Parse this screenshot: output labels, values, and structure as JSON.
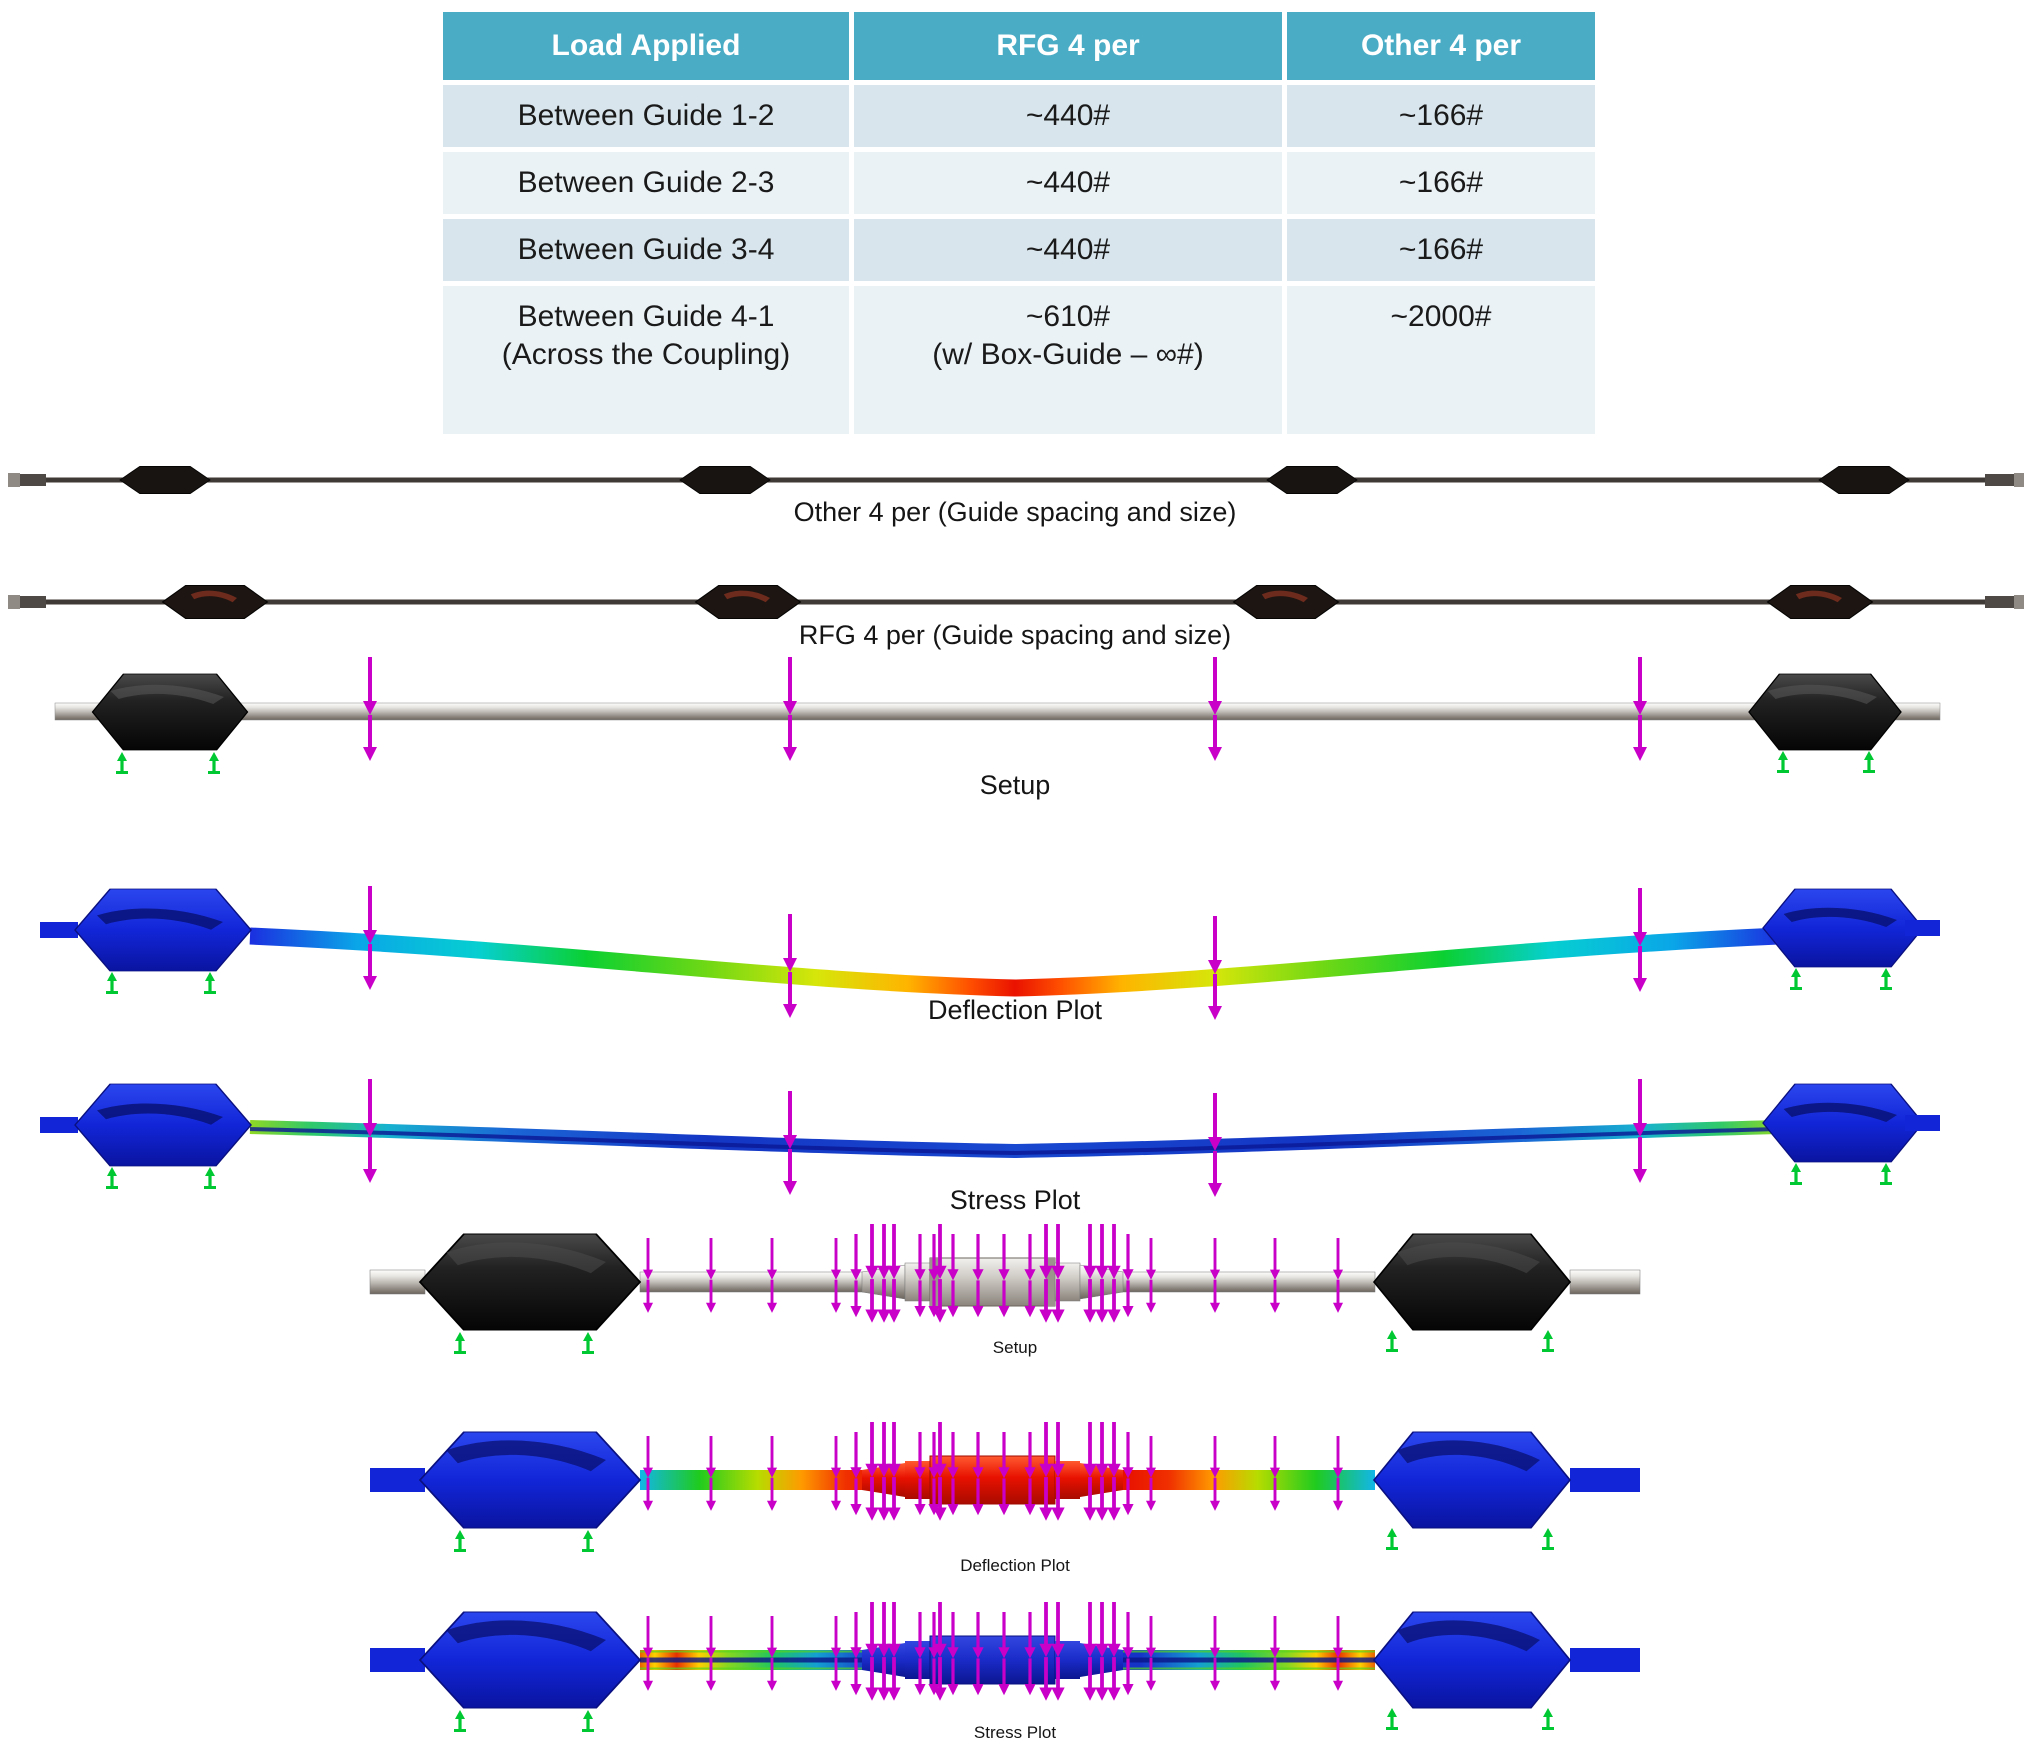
{
  "table": {
    "headers": [
      "Load Applied",
      "RFG 4 per",
      "Other 4 per"
    ],
    "rows": [
      {
        "load1": "Between Guide 1-2",
        "load2": "",
        "rfg1": "~440#",
        "rfg2": "",
        "other": "~166#"
      },
      {
        "load1": "Between Guide 2-3",
        "load2": "",
        "rfg1": "~440#",
        "rfg2": "",
        "other": "~166#"
      },
      {
        "load1": "Between Guide 3-4",
        "load2": "",
        "rfg1": "~440#",
        "rfg2": "",
        "other": "~166#"
      },
      {
        "load1": "Between Guide 4-1",
        "load2": "(Across the Coupling)",
        "rfg1": "~610#",
        "rfg2": "(w/ Box-Guide – ∞#)",
        "other": "~2000#"
      }
    ]
  },
  "figures": {
    "other_rod_label": "Other 4 per (Guide spacing and size)",
    "rfg_rod_label": "RFG 4 per (Guide spacing and size)",
    "setup1_label": "Setup",
    "deflection1_label": "Deflection Plot",
    "stress1_label": "Stress Plot",
    "setup2_label": "Setup",
    "deflection2_label": "Deflection Plot",
    "stress2_label": "Stress Plot"
  },
  "colors": {
    "header_bg": "#4BACC6",
    "header_text": "#FFFFFF",
    "row_dark": "#D8E5EC",
    "row_light": "#EBF2F6",
    "load_arrow_magenta": "#C800C8",
    "fixture_green": "#00C832",
    "deflection_max_red": "#E81100",
    "deflection_min_blue": "#1226D8",
    "rod_guide_black": "#181412",
    "shaft_gray": "#B9B5AF"
  }
}
